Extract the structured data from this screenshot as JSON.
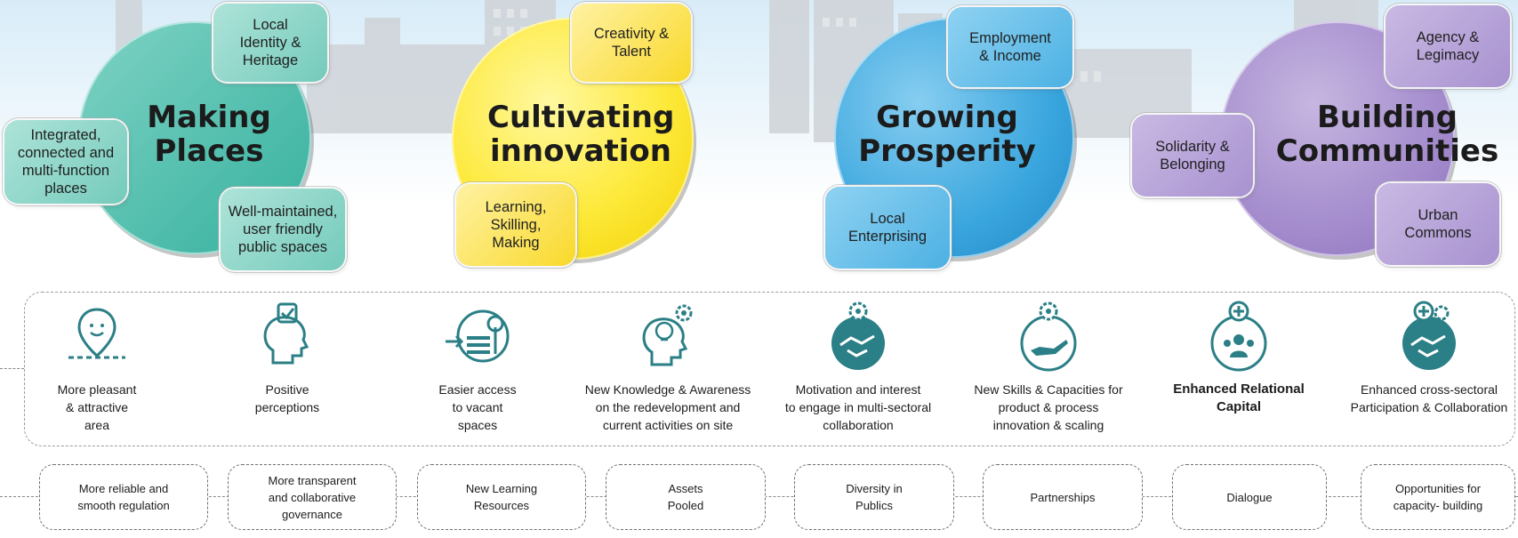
{
  "pillars": [
    {
      "title": "Making\nPlaces",
      "tags": [
        "Local\nIdentity &\nHeritage",
        "Integrated,\nconnected and\nmulti-function\nplaces",
        "Well-maintained,\nuser friendly\npublic spaces"
      ]
    },
    {
      "title": "Cultivating\ninnovation",
      "tags": [
        "Creativity &\nTalent",
        "Learning,\nSkilling,\nMaking"
      ]
    },
    {
      "title": "Growing\nProsperity",
      "tags": [
        "Employment\n& Income",
        "Local\nEnterprising"
      ]
    },
    {
      "title": "Building\nCommunities",
      "tags": [
        "Agency &\nLegimacy",
        "Solidarity &\nBelonging",
        "Urban\nCommons"
      ]
    }
  ],
  "outcomes": [
    {
      "label": "More pleasant\n& attractive\narea",
      "icon": "location-smile-icon"
    },
    {
      "label": "Positive\nperceptions",
      "icon": "head-check-icon"
    },
    {
      "label": "Easier access\nto vacant\nspaces",
      "icon": "bench-tree-icon"
    },
    {
      "label": "New Knowledge & Awareness\non the redevelopment and\ncurrent activities on site",
      "icon": "bulb-gear-head-icon"
    },
    {
      "label": "Motivation and interest\nto engage in multi-sectoral\ncollaboration",
      "icon": "handshake-gear-icon"
    },
    {
      "label": "New Skills & Capacities for\nproduct & process\ninnovation & scaling",
      "icon": "hand-gear-icon"
    },
    {
      "label": "Enhanced Relational\nCapital",
      "icon": "people-plus-icon"
    },
    {
      "label": "Enhanced cross-sectoral\nParticipation & Collaboration",
      "icon": "handshake-plus-gear-icon"
    }
  ],
  "boxes": [
    "More reliable and\nsmooth regulation",
    "More transparent\nand collaborative\ngovernance",
    "New Learning\nResources",
    "Assets\nPooled",
    "Diversity in\nPublics",
    "Partnerships",
    "Dialogue",
    "Opportunities for\ncapacity- building"
  ],
  "colors": {
    "teal": "#35b09d",
    "yellow": "#fde93a",
    "blue": "#3aa6de",
    "purple": "#a48ccd",
    "icon_stroke": "#2b7f86"
  }
}
